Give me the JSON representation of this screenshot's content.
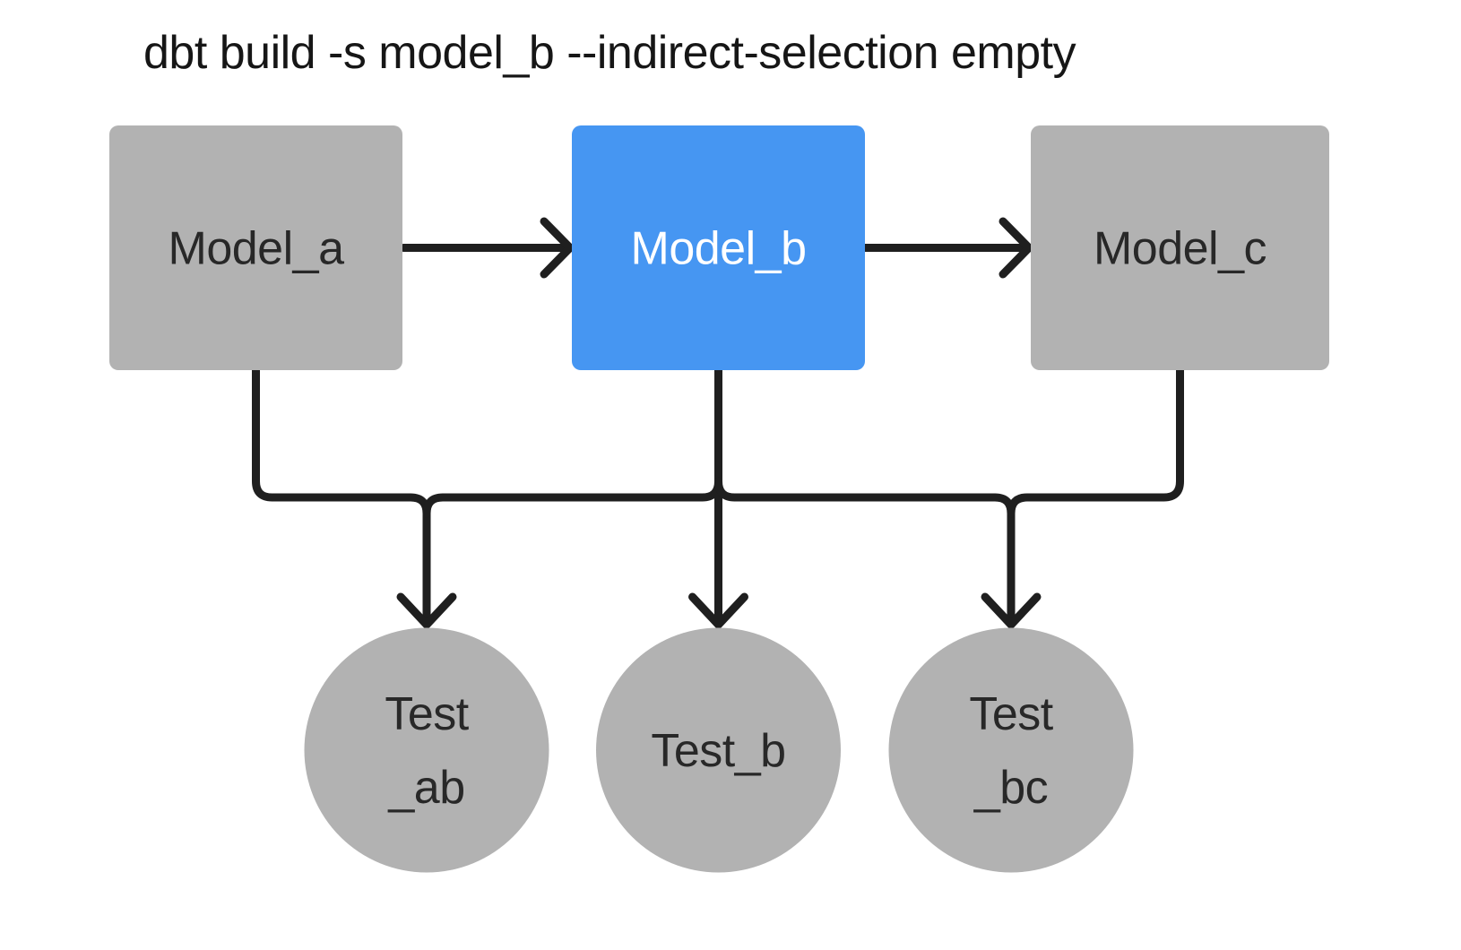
{
  "diagram": {
    "title": "dbt build -s model_b --indirect-selection empty",
    "colors": {
      "background": "#FFFFFF",
      "node_gray": "#B2B2B2",
      "node_selected_blue": "#4696F2",
      "edge_dark": "#1F1F1F",
      "title_text": "#161616",
      "text_dark": "#282828",
      "text_on_blue": "#FFFFFF"
    },
    "models": [
      {
        "id": "model_a",
        "label": "Model_a",
        "selected": false
      },
      {
        "id": "model_b",
        "label": "Model_b",
        "selected": true
      },
      {
        "id": "model_c",
        "label": "Model_c",
        "selected": false
      }
    ],
    "tests": [
      {
        "id": "test_ab",
        "line1": "Test",
        "line2": "_ab"
      },
      {
        "id": "test_b",
        "line1": "Test_b",
        "line2": ""
      },
      {
        "id": "test_bc",
        "line1": "Test",
        "line2": "_bc"
      }
    ],
    "edges": {
      "model_flow": [
        {
          "from": "Model_a",
          "to": "Model_b"
        },
        {
          "from": "Model_b",
          "to": "Model_c"
        }
      ],
      "test_links": [
        {
          "sources": "Model_a + Model_b",
          "target": "Test_ab"
        },
        {
          "sources": "Model_b",
          "target": "Test_b"
        },
        {
          "sources": "Model_b + Model_c",
          "target": "Test_bc"
        }
      ]
    }
  }
}
